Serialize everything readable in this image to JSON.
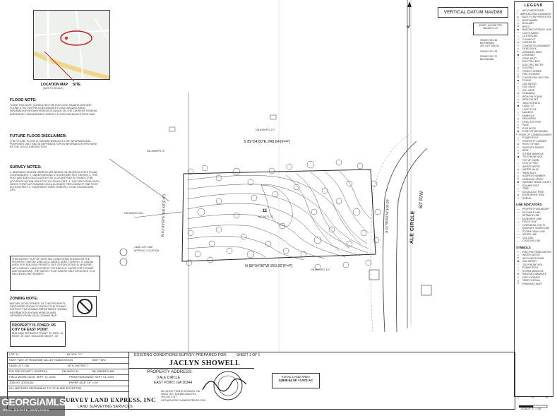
{
  "location_map": {
    "caption": "LOCATION MAP",
    "scale_note": "(NOT TO SCALE)",
    "site_label": "SITE"
  },
  "flood_note": {
    "heading": "FLOOD NOTE:",
    "text": "I HAVE THIS DATE, CONSULTED THE FIA FLOOD HAZARD MAP AND FOUND IT NOT WITHIN A DESIGNATED FLOOD HAZARD AREA. INFORMATION SHOWN HEREON IS BASED ON THE CURRENT FEDERAL EMERGENCY MANAGEMENT AGENCY FLOOD INSURANCE RATE MAP."
  },
  "future_flood": {
    "heading": "FUTURE FLOOD DISCLAIMER:",
    "text": "THE FUTURE FLOOD IS SHOWN HEREON IS FOR INFORMATIONAL PURPOSES ONLY AND IS DEPENDENT UPON INFORMATION PROVIDED BY THE LOCAL JURISDICTION."
  },
  "survey_notes": {
    "heading": "SURVEY NOTES:",
    "text": "1. BEARINGS SHOWN HEREON ARE BASED ON GEORGIA STATE PLANE COORDINATES. 2. UNDERGROUND UTILITIES ARE NOT SHOWN. 3. THIS PLAT HAS BEEN CALCULATED FOR CLOSURE AND IS FOUND TO BE ACCURATE WITHIN ONE FOOT IN 100,000 FEET. 4. THE FIELD DATA UPON WHICH THIS PLAT IS BASED HAS A CLOSURE PRECISION OF ONE FOOT IN 15,000 FEET. 5. EQUIPMENT USED: ROBOTIC TOTAL STATION AND GPS."
  },
  "disclaimer_box": {
    "text": "THIS SURVEY PLAT OF EXISTING CONDITIONS SHOWN ON THE PROPERTY MAY BE USED AS A SINGLE SHEET SURVEY. IT CAN BE USED FOR BUILDING PERMITS, BUT CERTIFICATION IS MODIFIED WITH SURVEY LAND EXPRESS TITLE BLOCK. SURVEYOR'S STAMP AND SIGNATURE. THE SURVEY PLAT CAN BE ONLY ATTACHED TO A RECORDED INSTRUMENT."
  },
  "zoning_note": {
    "heading": "ZONING NOTE:",
    "text": "BEFORE DEVELOPMENT OF THIS PROPERTY, DEVELOPER SHOULD CONTACT THE ZONING DISTRICT FOR ZONING DEPARTMENT: ZONING INFORMATION SHOWN HEREON WAS OBTAINED FROM LOCAL ZONING MAP."
  },
  "zoning_box": {
    "line1": "PROPERTY IS ZONED: R5",
    "line2": "CITY OF EAST POINT",
    "text": "BUILDING SETBACKS FRONT: 35' SIDE: 10' REAR: 40' MAX. BUILDING HEIGHT: 35'"
  },
  "plan": {
    "bearing_top": "S 89°04'00\"E 248.64'(F=P)",
    "bearing_bottom": "N 89°04'00\"W 250.00'(F=P)",
    "bearing_left": "N 01°43'00\"E 100.00'(F=P)",
    "bearing_right": "S 01°55'00\"W 100.00'",
    "street_name": "ALE CIRCLE",
    "row_width": "60' R/W",
    "lot_label": "11",
    "lot_sub": "VACANT LOT",
    "land_lot_line": "LAND LOT LINE",
    "land_lot_sub": "APPROX. LOCATION",
    "label_left_upper": "DB.4996/PG.75",
    "label_left_lower": "DB.4594/PG.261",
    "label_top": "DB.6390/PG.177",
    "label_bottom": "DB.6591/PG.122"
  },
  "vertical_datum": "VERTICAL DATUM NAVD88",
  "ffe_box": {
    "line1": "EXIST. HOUSE FFE",
    "line2": "VACANT LOT"
  },
  "benchmarks": [
    {
      "label": "SSMH1",
      "value": "943.36",
      "sub": "BEGINNING"
    },
    {
      "label": "INV OUT",
      "value": "935.08",
      "sub": ""
    },
    {
      "label": "SSMH2",
      "value": "931.35",
      "sub": ""
    },
    {
      "label": "SSMH3",
      "value": "942.37",
      "sub": "BEGINNING"
    }
  ],
  "legend": {
    "title": "LEGEND",
    "items": [
      "AIR CONDITIONER",
      "AMPS ACCESS EASEMENT",
      "BACK FLOW PREVENTER",
      "BENCHMARK",
      "BOLLARD",
      "BRICK",
      "BUILDING SETBACK LINE",
      "CATCH BASIN",
      "CENTERLINE",
      "CLEANOUT",
      "CONCRETE",
      "CONCRETE MONUMENT",
      "DEED BOOK",
      "DRAINAGE INLET",
      "DRIVEWAY",
      "DROP INLET",
      "ELECTRIC BOX",
      "ELECTRIC METER",
      "EXISTING",
      "FENCE CORNER",
      "FIRE HYDRANT",
      "FLARED END SECTION",
      "FOUND",
      "GAS METER",
      "GAS VALVE",
      "GUY WIRE",
      "HEADWALL",
      "IRON PIN FOUND",
      "IRON PIN SET",
      "JUNCTION BOX",
      "LAND LOT",
      "LIGHT POLE",
      "MAILBOX",
      "MANHOLE",
      "MEASURED",
      "OPEN TOP PIPE",
      "PAGE",
      "PLAT BOOK",
      "POINT OF BEGINNING",
      "POINT OF COMMENCEMENT",
      "POWER POLE",
      "PROPERTY CORNER",
      "RIGHT OF WAY",
      "SANITARY SEWER",
      "SIGN",
      "STORM MANHOLE",
      "TELEPHONE BOX",
      "TOP OF CURB",
      "UTILITY POLE",
      "WATER METER",
      "WATER VALVE",
      "YARD INLET",
      "ADDRESS NUMBER",
      "HANDICAP SPACE",
      "PARKING SPACE COUNT",
      "SQUARE FEET",
      "TREE",
      "DECIDUOUS TREE",
      "EVERGREEN TREE",
      "SHRUB"
    ],
    "line_heading": "LINE INDICATORS",
    "line_items": [
      "PROPERTY BOUNDARY",
      "ADJOINER LINE",
      "SETBACK LINE",
      "EASEMENT LINE",
      "FENCE LINE",
      "OVERHEAD UTILITY",
      "SANITARY SEWER LINE",
      "STORM DRAIN LINE",
      "WATER LINE",
      "GAS LINE",
      "CONTOUR LINE"
    ],
    "symbol_heading": "SYMBOLS",
    "symbol_items": [
      "ELECTRIC PANEL/METER",
      "WATER METER",
      "AIR CONDITIONER",
      "GAS METER",
      "TELEPHONE BOX",
      "POWER POLE",
      "STORM MANHOLE",
      "SANITARY MANHOLE",
      "FIRE HYDRANT",
      "TREE OVERALL",
      "DRAINAGE INLET"
    ]
  },
  "title_block": {
    "lot_line": "LOT: 11",
    "block_line": "BLOCK: \"C\"",
    "subdivision_line": "PART TWO OF REDWINE VALLEY SUBDIVISION",
    "unit_line": "UNIT TWO",
    "land_lot_line": "LAND LOT: 226",
    "district_line": "14TH DISTRICT",
    "county_line": "FULTON COUNTY, GEORGIA",
    "pb_line": "PB.90/PG.34",
    "db_line": "DB.33465/PG.608",
    "field_work": "FIELD WORK DATE: SEPT 13 ,2023",
    "printed": "PRINTED/SIGNED: SEPT 14 ,2023",
    "paper": "PAPER SIZE: 18\" x 24\"",
    "title_note": "ALL MATTERS PERTAINING TO TITLE ARE EXCEPTED",
    "job": "JOB NO. 20231154",
    "prepared_heading": "EXISTING CONDITIONS SURVEY PREPARED FOR:",
    "client": "JACLYN SHOWELL",
    "sheet": "SHEET 1 OF 1",
    "address_heading": "PROPERTY ADDRESS:",
    "address1": "0 ALE CIRCLE",
    "address2": "EAST POINT, GA 30344",
    "company": "SURVEY LAND EXPRESS, INC",
    "company_sub": "LAND SURVEYING SERVICES",
    "company_addr": "50 LENOX POINTE ATLANTA, GA 30324 TEL: 404-880-0064 FAX: 404-252-3747 INFO@SURVEYLANDEXPRESS.COM"
  },
  "total_area": {
    "heading": "TOTAL LAND AREA",
    "value": "24939.64 SF / 0.572 AC"
  },
  "scale": {
    "zero": "0",
    "mid": "15",
    "max": "30",
    "text": "SCALE: 1\" = 30'"
  },
  "watermark": {
    "brand": "GEORGIAMLS",
    "sub": "REAL ESTATE SERVICES"
  },
  "north_label": "N"
}
